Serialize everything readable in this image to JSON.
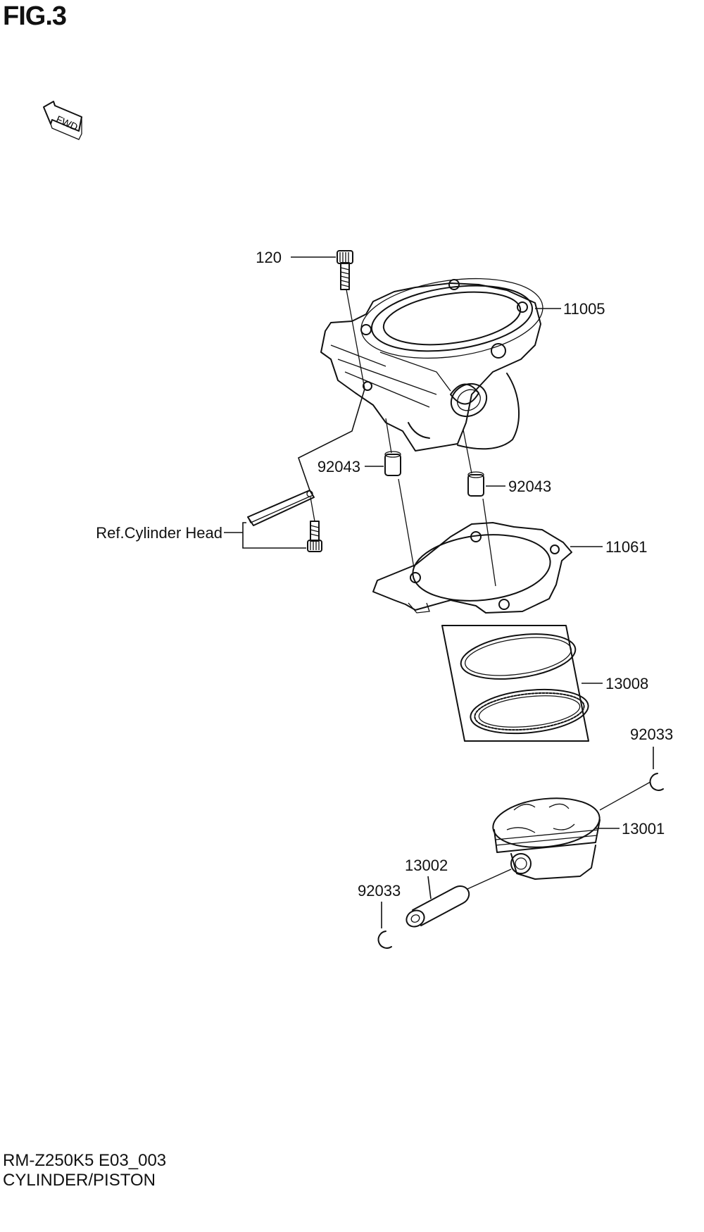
{
  "figure": {
    "title": "FIG.3",
    "fwd_label": "FWD"
  },
  "callouts": {
    "bolt": "120",
    "cylinder": "11005",
    "dowel_left": "92043",
    "dowel_right": "92043",
    "ref_cylinder_head": "Ref.Cylinder Head",
    "gasket": "11061",
    "ring_set": "13008",
    "circlip_right": "92033",
    "piston": "13001",
    "piston_pin": "13002",
    "circlip_left": "92033"
  },
  "footer": {
    "model_code": "RM-Z250K5 E03_003",
    "section_name": "CYLINDER/PISTON"
  }
}
